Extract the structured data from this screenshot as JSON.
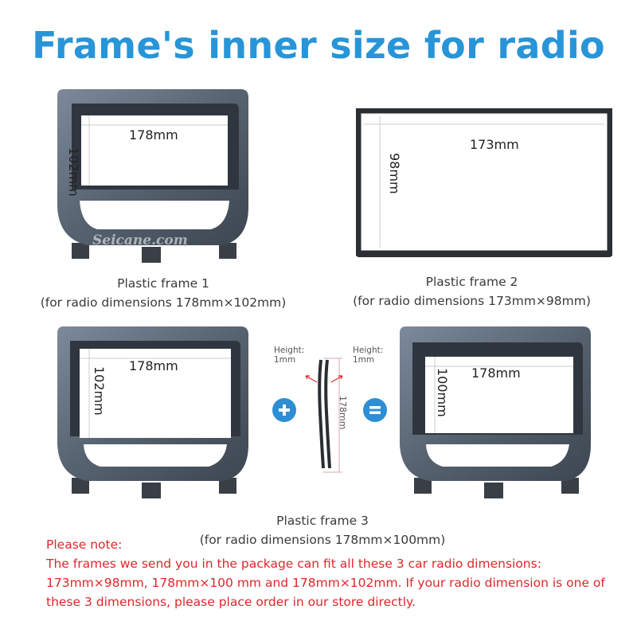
{
  "headline": "Frame's inner size for radio",
  "watermark": "Seicane.com",
  "frame1": {
    "width_label": "178mm",
    "height_label": "102mm",
    "caption_line1": "Plastic frame 1",
    "caption_line2": "(for radio dimensions 178mm×102mm)"
  },
  "frame2": {
    "width_label": "173mm",
    "height_label": "98mm",
    "caption_line1": "Plastic frame 2",
    "caption_line2": "(for radio dimensions 173mm×98mm)"
  },
  "frame3": {
    "left_width_label": "178mm",
    "left_height_label": "102mm",
    "right_width_label": "178mm",
    "right_height_label": "100mm",
    "spacer_left_label_1": "Height:",
    "spacer_left_label_2": "1mm",
    "spacer_right_label_1": "Height:",
    "spacer_right_label_2": "1mm",
    "spacer_length_label": "178mm",
    "caption_line1": "Plastic frame 3",
    "caption_line2": "(for radio dimensions 178mm×100mm)"
  },
  "note": {
    "title": "Please note:",
    "line1": "The frames we send you in the package can fit all these 3 car radio dimensions:",
    "line2": "173mm×98mm,  178mm×100 mm and  178mm×102mm. If your radio dimension is one of",
    "line3": "these 3 dimensions, please place order in our store directly."
  },
  "colors": {
    "headline": "#2795d8",
    "note": "#e0262b",
    "frame": "#5d6a7c",
    "accent_circle": "#2d8ed4"
  }
}
